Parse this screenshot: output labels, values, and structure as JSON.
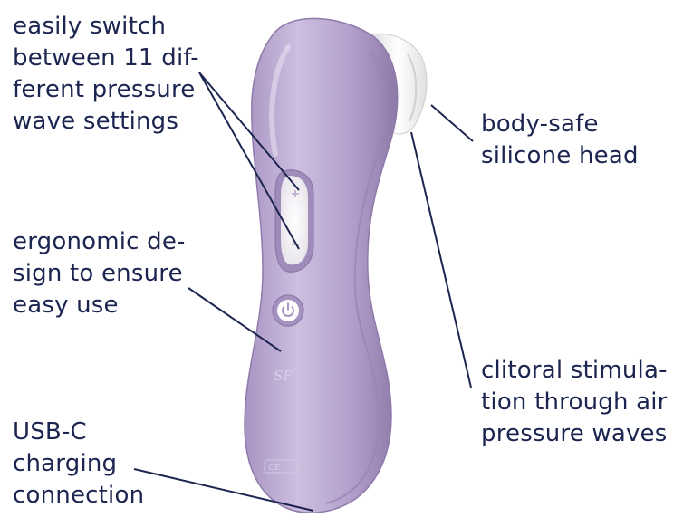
{
  "callouts": {
    "pressure": {
      "lines": [
        "easily switch",
        "between 11 dif-",
        "ferent pressure",
        "wave settings"
      ]
    },
    "ergonomic": {
      "lines": [
        "ergonomic de-",
        "sign to ensure",
        "easy use"
      ]
    },
    "usb": {
      "lines": [
        "USB-C",
        "charging",
        "connection"
      ]
    },
    "head": {
      "lines": [
        "body-safe",
        "silicone head"
      ]
    },
    "air": {
      "lines": [
        "clitoral stimula-",
        "tion through air",
        "pressure waves"
      ]
    }
  },
  "colors": {
    "label_text": "#1c2550",
    "device_body": "#b9a6cf",
    "device_shadow": "#8f7aab",
    "head": "#f2f2f2"
  },
  "icons": [
    "plus-icon",
    "minus-icon",
    "power-icon",
    "sf-logo-icon",
    "ce-mark-icon"
  ]
}
